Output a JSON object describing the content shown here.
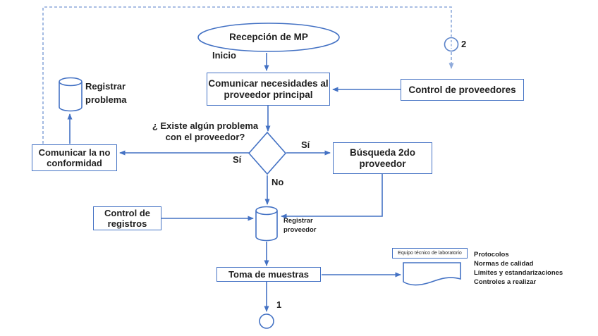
{
  "colors": {
    "line": "#4472C4",
    "dashed_line": "#8EAADB",
    "text": "#1F1F1F",
    "node_fill": "#FFFFFF"
  },
  "nodes": {
    "reception": "Recepción de MP",
    "inicio": "Inicio",
    "comunicar_necesidades": "Comunicar necesidades al proveedor principal",
    "control_proveedores": "Control de proveedores",
    "decision_question": "¿ Existe algún problema con el proveedor?",
    "si_left": "Sí",
    "si_right": "Sí",
    "no": "No",
    "busqueda_2do": "Búsqueda 2do proveedor",
    "comunicar_no_conformidad": "Comunicar la no conformidad",
    "registrar_problema": "Registrar problema",
    "control_registros": "Control de registros",
    "registrar_proveedor": "Registrar proveedor",
    "toma_muestras": "Toma de muestras",
    "equipo_tecnico": "Equipo técnico de laboratorio",
    "connector_1": "1",
    "connector_2": "2"
  },
  "document_notes": [
    "Protocolos",
    "Normas de calidad",
    "Límites y estandarizaciones",
    "Controles a realizar"
  ]
}
